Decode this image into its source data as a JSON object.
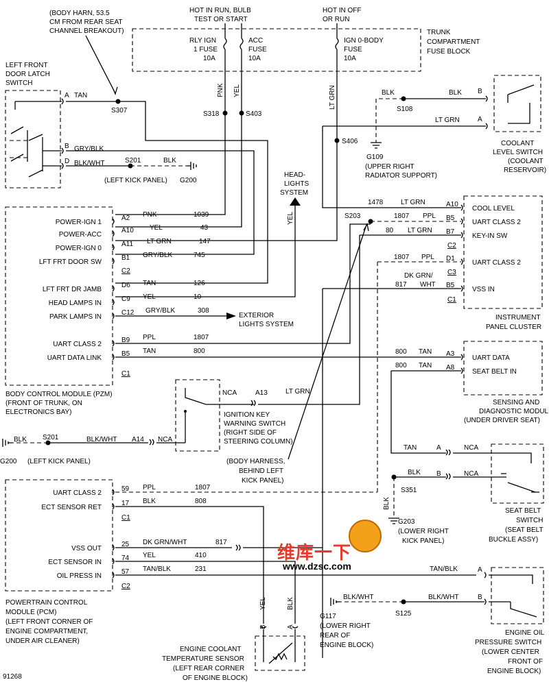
{
  "annotations": {
    "body_harn": [
      "(BODY HARN, 53.5",
      "CM FROM REAR SEAT",
      "CHANNEL BREAKOUT)"
    ],
    "hot_run": [
      "HOT IN RUN, BULB",
      "TEST OR START"
    ],
    "hot_off": [
      "HOT IN OFF",
      "OR RUN"
    ],
    "trunk_fuse_block": [
      "TRUNK",
      "COMPARTMENT",
      "FUSE BLOCK"
    ],
    "body_harness_left": [
      "(BODY HARNESS,",
      "BEHIND LEFT",
      "KICK PANEL)"
    ],
    "headlights": [
      "HEAD-",
      "LIGHTS",
      "SYSTEM"
    ],
    "exterior": [
      "EXTERIOR",
      "LIGHTS SYSTEM"
    ],
    "left_kick_panel": "(LEFT KICK PANEL)",
    "left_kick_panel_2": "(LEFT KICK PANEL)",
    "upper_right_rad": [
      "(UPPER RIGHT",
      "RADIATOR SUPPORT)"
    ],
    "lower_right_kick": [
      "(LOWER RIGHT",
      "KICK PANEL)"
    ],
    "lower_right_rear": [
      "(LOWER RIGHT",
      "REAR OF",
      "ENGINE BLOCK)"
    ],
    "figure_number": "91268"
  },
  "fuses": [
    {
      "name": "RLY IGN",
      "line2": "1 FUSE",
      "amps": "10A"
    },
    {
      "name": "ACC",
      "line2": "FUSE",
      "amps": "10A"
    },
    {
      "name": "IGN 0-BODY",
      "line2": "FUSE",
      "amps": "10A"
    }
  ],
  "splices": [
    "S307",
    "S318",
    "S403",
    "S108",
    "S406",
    "S201",
    "S203",
    "S201",
    "S351",
    "S125"
  ],
  "grounds": [
    "G200",
    "G109",
    "G200",
    "G203",
    "G117"
  ],
  "wires": {
    "tan": "TAN",
    "gry_blk": "GRY/BLK",
    "blk_wht": "BLK/WHT",
    "blk": "BLK",
    "pnk": "PNK",
    "yel": "YEL",
    "lt_grn": "LT GRN",
    "ppl": "PPL",
    "dk_grn_wht": "DK GRN/WHT",
    "dk_grn": "DK GRN/",
    "wht": "WHT",
    "tan_blk": "TAN/BLK"
  },
  "connector_letters": {
    "a": "A",
    "b": "B",
    "d": "D"
  },
  "circuits": {
    "c1039": "1039",
    "c43": "43",
    "c147": "147",
    "c745": "745",
    "c126": "126",
    "c10": "10",
    "c308": "308",
    "c1807": "1807",
    "c800": "800",
    "c1478": "1478",
    "c80": "80",
    "c817": "817",
    "c808": "808",
    "c410": "410",
    "c231": "231"
  },
  "bcm": {
    "pins": [
      {
        "pin": "A2",
        "label": "POWER-IGN 1"
      },
      {
        "pin": "A10",
        "label": "POWER-ACC"
      },
      {
        "pin": "A11",
        "label": "POWER-IGN 0"
      },
      {
        "pin": "B1",
        "label": "LFT FRT DOOR SW"
      },
      {
        "pin": "D6",
        "label": "LFT FRT DR JAMB"
      },
      {
        "pin": "C9",
        "label": "HEAD LAMPS IN"
      },
      {
        "pin": "C12",
        "label": "PARK LAMPS IN"
      },
      {
        "pin": "B9",
        "label": "UART CLASS 2"
      },
      {
        "pin": "B5",
        "label": "UART DATA LINK"
      }
    ],
    "conn": [
      "C2",
      "C1"
    ],
    "title": [
      "BODY CONTROL MODULE (PZM)",
      "(FRONT OF TRUNK, ON",
      "ELECTRONICS BAY)"
    ]
  },
  "door_latch": [
    "LEFT FRONT",
    "DOOR LATCH",
    "SWITCH"
  ],
  "ipc": {
    "pins": [
      {
        "pin": "A10",
        "label": "COOL LEVEL"
      },
      {
        "pin": "B5",
        "label": "UART CLASS 2"
      },
      {
        "pin": "B7",
        "label": "KEY-IN SW"
      },
      {
        "pin": "D1",
        "label": "UART CLASS 2"
      },
      {
        "pin": "B5",
        "label": "VSS IN"
      }
    ],
    "conn": [
      "C2",
      "C3",
      "C1"
    ],
    "title": [
      "INSTRUMENT",
      "PANEL CLUSTER"
    ]
  },
  "sdm": {
    "pins": [
      {
        "pin": "A3",
        "label": "UART DATA"
      },
      {
        "pin": "A8",
        "label": "SEAT BELT IN"
      }
    ],
    "title": [
      "SENSING AND",
      "DIAGNOSTIC MODULE",
      "(UNDER DRIVER SEAT)"
    ]
  },
  "coolant_switch": [
    "COOLANT",
    "LEVEL SWITCH",
    "(COOLANT",
    "RESERVOIR)"
  ],
  "ign_key_switch": [
    "IGNITION KEY",
    "WARNING SWITCH",
    "(RIGHT SIDE OF",
    "STEERING COLUMN)"
  ],
  "ign_pins": {
    "nca": "NCA",
    "a13": "A13",
    "a14": "A14",
    "nca2": "NCA"
  },
  "seat_belt": [
    "SEAT BELT",
    "SWITCH",
    "(SEAT BELT",
    "BUCKLE ASSY)"
  ],
  "oil_press": [
    "ENGINE OIL",
    "PRESSURE SWITCH",
    "(LOWER CENTER",
    "FRONT OF",
    "ENGINE BLOCK)"
  ],
  "ect": [
    "ENGINE COOLANT",
    "TEMPERATURE SENSOR",
    "(LEFT REAR CORNER",
    "OF ENGINE BLOCK)"
  ],
  "pcm": {
    "pins": [
      {
        "pin": "59",
        "label": "UART CLASS 2"
      },
      {
        "pin": "17",
        "label": "ECT SENSOR RET"
      },
      {
        "pin": "25",
        "label": "VSS OUT"
      },
      {
        "pin": "74",
        "label": "ECT SENSOR IN"
      },
      {
        "pin": "57",
        "label": "OIL PRESS IN"
      }
    ],
    "conn": [
      "C1",
      "C2"
    ],
    "title": [
      "POWERTRAIN CONTROL",
      "MODULE (PCM)",
      "(LEFT FRONT CORNER OF",
      "ENGINE COMPARTMENT,",
      "UNDER AIR CLEANER)"
    ]
  },
  "watermark": {
    "brand": "维库一下",
    "url": "www.dzsc.com"
  }
}
